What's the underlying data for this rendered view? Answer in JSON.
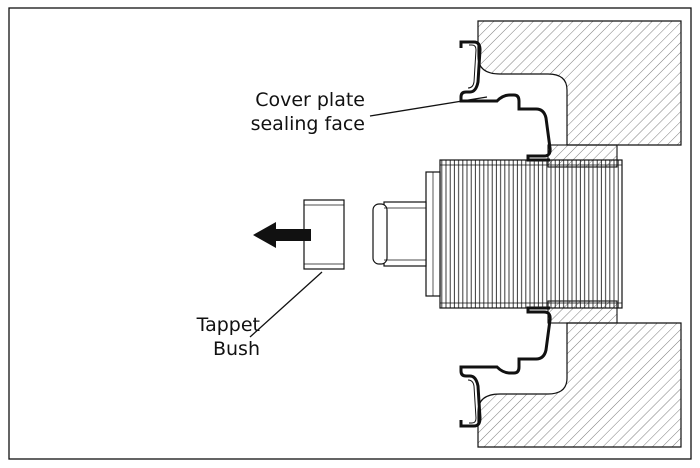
{
  "labels": {
    "cover_plate_line1": "Cover plate",
    "cover_plate_line2": "sealing face",
    "tappet_line1": "Tappet",
    "tappet_line2": "Bush"
  },
  "colors": {
    "stroke": "#111111",
    "hatch": "#6e6e6e",
    "background": "#ffffff"
  },
  "icons": {
    "removal_direction": "arrow-left-icon"
  }
}
